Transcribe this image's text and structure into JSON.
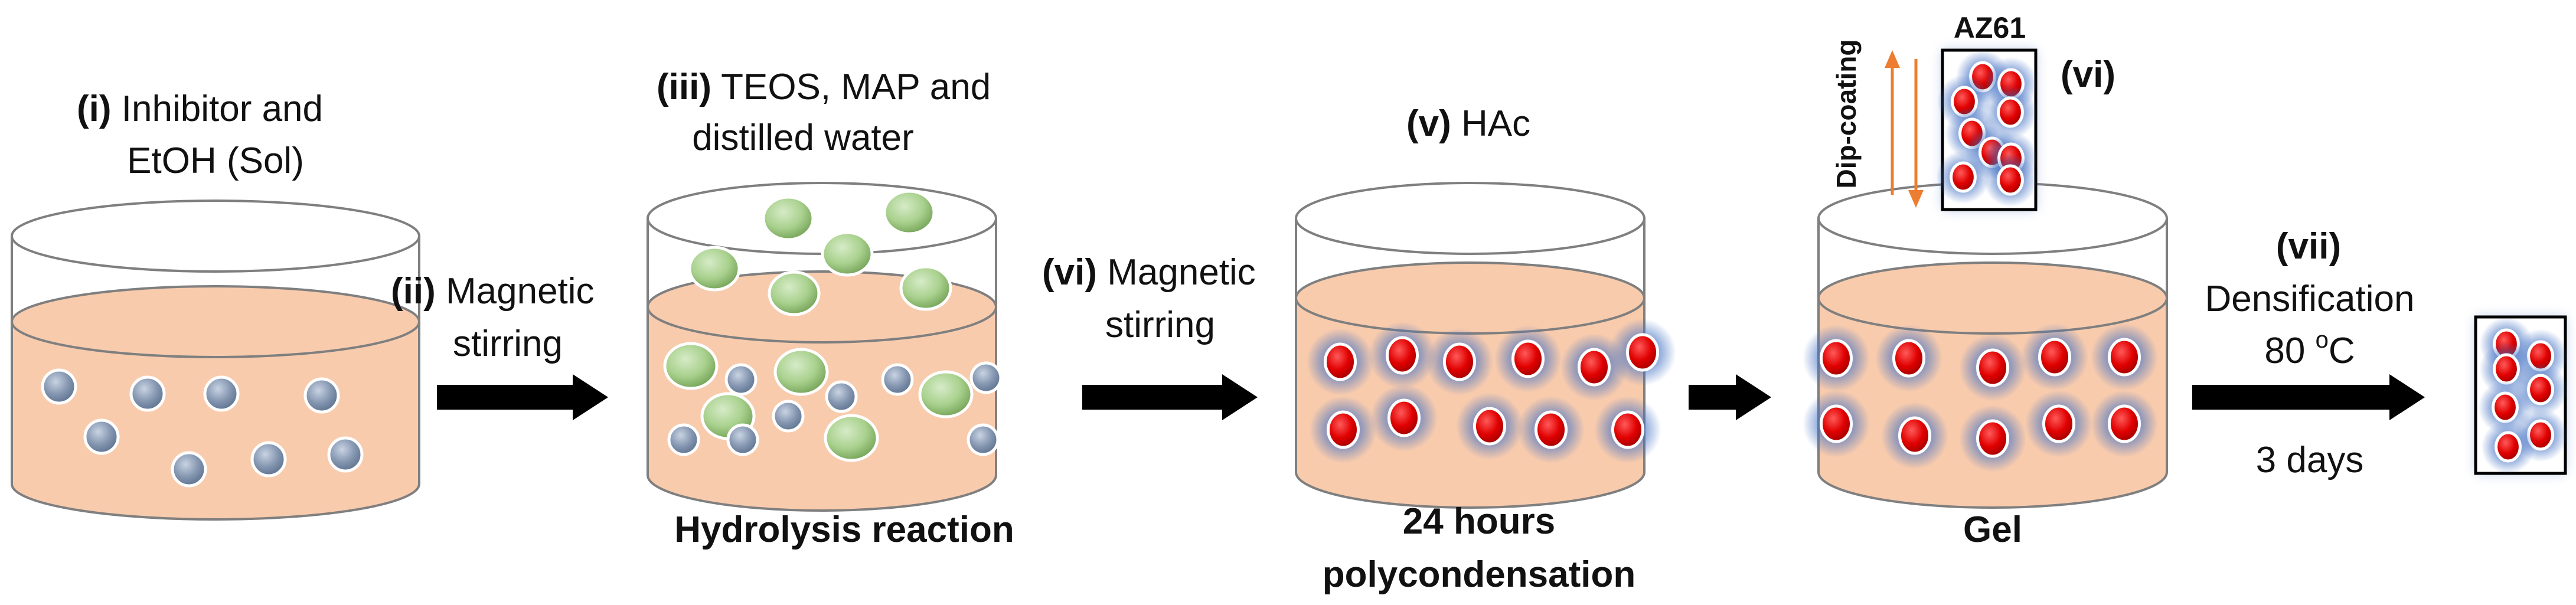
{
  "steps": {
    "s1": {
      "roman": "(i)",
      "line1": "Inhibitor and",
      "line2": "EtOH (Sol)"
    },
    "s2": {
      "roman": "(ii)",
      "line1": "Magnetic",
      "line2": "stirring"
    },
    "s3": {
      "roman": "(iii)",
      "line1": "TEOS, MAP and",
      "line2": "distilled water",
      "caption": "Hydrolysis reaction"
    },
    "s4": {
      "roman": "(vi)",
      "line1": "Magnetic",
      "line2": "stirring"
    },
    "s5": {
      "roman": "(v)",
      "line1": "HAc",
      "caption_line1": "24 hours",
      "caption_line2": "polycondensation"
    },
    "s6": {
      "roman": "(vi)",
      "substrate": "AZ61",
      "dip_label": "Dip-coating",
      "caption": "Gel"
    },
    "s7": {
      "roman": "(vii)",
      "line1": "Densification",
      "temp_value": "80",
      "temp_sup": "o",
      "temp_unit": "C",
      "duration": "3 days"
    }
  },
  "colors": {
    "liquid": "#f8cbad",
    "container_stroke": "#7f7f7f",
    "inhibitor_particle": "#8496b0",
    "silica_particle": "#a9d18e",
    "coated_particle": "#e00000",
    "glow": "#4472c4",
    "dip_arrow": "#ed7d31",
    "process_arrow": "#000000"
  },
  "icons": [
    "process-arrow",
    "dip-coating-arrow",
    "beaker",
    "az61-substrate"
  ]
}
